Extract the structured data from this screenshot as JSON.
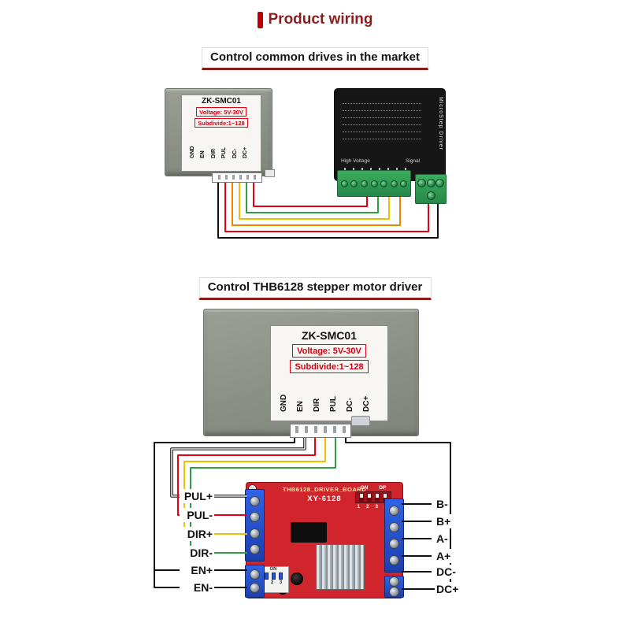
{
  "header": {
    "title": "Product wiring"
  },
  "section1": {
    "title": "Control common drives in the market"
  },
  "section2": {
    "title": "Control THB6128 stepper motor driver"
  },
  "controller_small": {
    "model": "ZK-SMC01",
    "voltage": "Voltage: 5V-30V",
    "subdivide": "Subdivide:1~128",
    "pins": [
      "GND",
      "EN",
      "DIR",
      "PUL",
      "DC-",
      "DC+"
    ]
  },
  "driver": {
    "side_label": "MicroStep Driver",
    "high_voltage_label": "High Voltage",
    "signal_label": "Signal"
  },
  "controller_large": {
    "model": "ZK-SMC01",
    "voltage": "Voltage: 5V-30V",
    "subdivide": "Subdivide:1~128",
    "pins": [
      "GND",
      "EN",
      "DIR",
      "PUL",
      "DC-",
      "DC+"
    ]
  },
  "board": {
    "silk_title": "THB6128_DRIVER_BOARD",
    "model": "XY-6128",
    "dip_top_on": "ON",
    "dip_top_label": "DP",
    "dip_top_numbers": "1 2 3 4",
    "dip_bottom_on": "ON",
    "dip_bottom_numbers": "1 2 3",
    "left_labels": [
      "PUL+",
      "PUL-",
      "DIR+",
      "DIR-",
      "EN+",
      "EN-"
    ],
    "right_labels": [
      "B-",
      "B+",
      "A-",
      "A+",
      "DC-",
      "DC+"
    ]
  },
  "colors": {
    "accent_red": "#c00000",
    "title_red": "#8a1e1e",
    "underline_red": "#8b1a1a",
    "pcb_red": "#d0252c",
    "terminal_blue": "#2453d6",
    "terminal_green": "#2f9e4f",
    "wire_red": "#e60012",
    "wire_orange": "#f08300",
    "wire_yellow": "#f0c000",
    "wire_green": "#2f9e44",
    "wire_black": "#111111",
    "wire_white": "#ececec"
  }
}
